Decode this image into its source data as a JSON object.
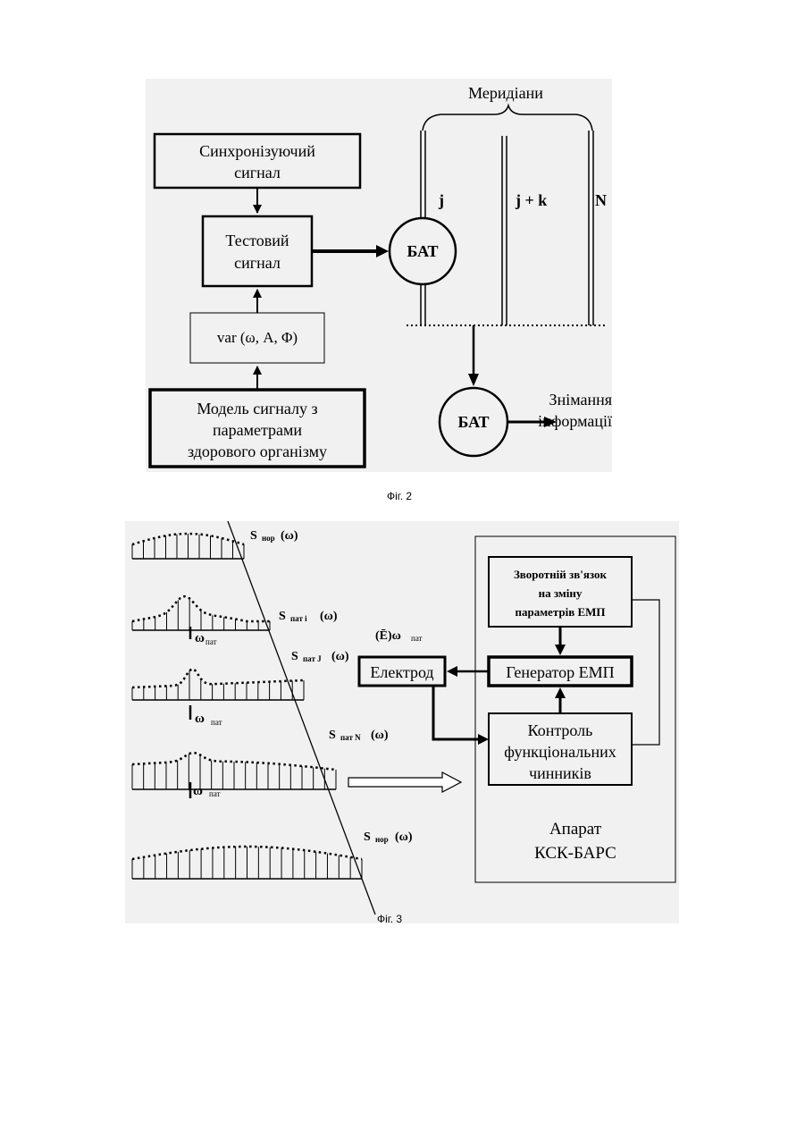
{
  "fig2": {
    "caption": "Фіг. 2",
    "meridians_label": "Меридіани",
    "meridian_labels": [
      "j",
      "j + k",
      "N"
    ],
    "sync_signal": [
      "Синхронізуючий",
      "сигнал"
    ],
    "test_signal": [
      "Тестовий",
      "сигнал"
    ],
    "var_box": "var (ω, A, Φ)",
    "model_box": [
      "Модель сигналу з",
      "параметрами",
      "здорового організму"
    ],
    "bat_top": "БАТ",
    "bat_bottom": "БАТ",
    "info_removal": [
      "Знімання",
      "інформації"
    ]
  },
  "fig3": {
    "caption": "Фіг. 3",
    "spectra": [
      {
        "label_main": "S",
        "label_sub": "нор",
        "label_arg": "(ω)"
      },
      {
        "label_main": "S",
        "label_sub": "пат і",
        "label_arg": "(ω)"
      },
      {
        "label_main": "S",
        "label_sub": "пат J",
        "label_arg": "(ω)"
      },
      {
        "label_main": "S",
        "label_sub": "пат N",
        "label_arg": "(ω)"
      },
      {
        "label_main": "S",
        "label_sub": "нор",
        "label_arg": "(ω)"
      }
    ],
    "omega_marks": [
      {
        "main": "ω",
        "sub": "пат"
      },
      {
        "main": "ω",
        "sub": "пат"
      },
      {
        "main": "ω",
        "sub": "пат"
      }
    ],
    "e_omega_label": {
      "main": "(Ē)ω",
      "sub": "пат"
    },
    "electrode": "Електрод",
    "generator": "Генератор ЕМП",
    "feedback": [
      "Зворотній зв'язок",
      "на зміну",
      "параметрів ЕМП"
    ],
    "control": [
      "Контроль",
      "функціональних",
      "чинників"
    ],
    "apparatus": [
      "Апарат",
      "КСК-БАРС"
    ]
  }
}
